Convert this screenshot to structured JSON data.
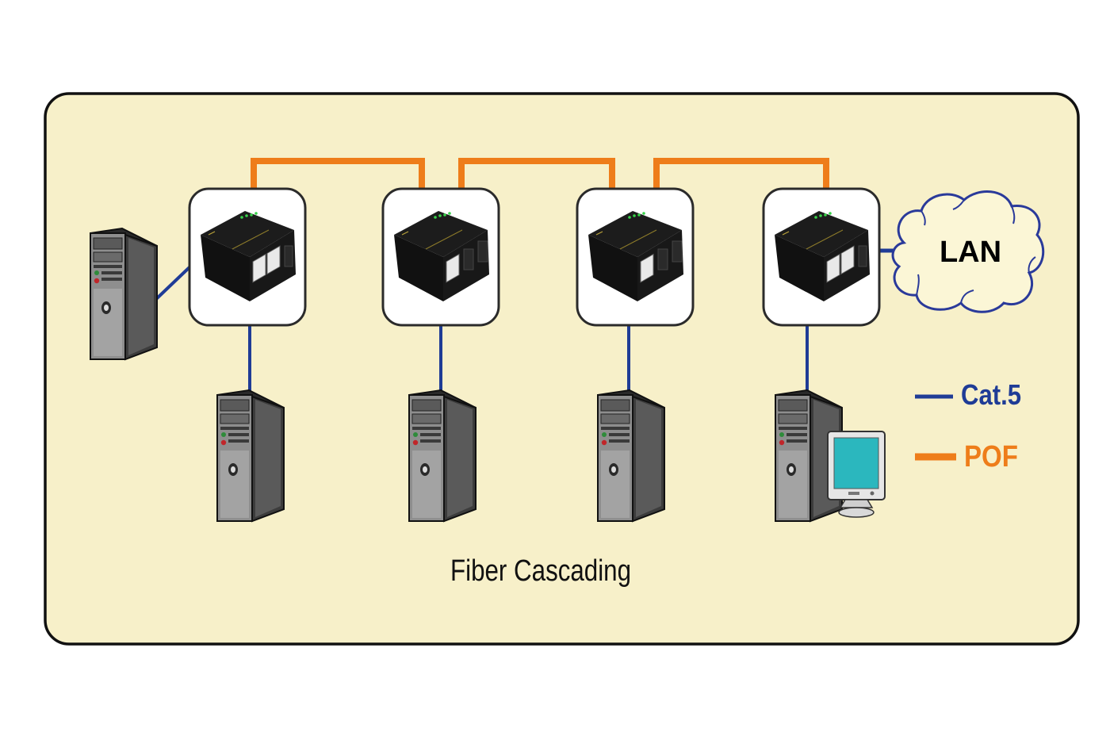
{
  "diagram": {
    "title": "Fiber Cascading",
    "colors": {
      "background": "#f7f0c9",
      "frame_border": "#111111",
      "cat5": "#1f3c96",
      "pof": "#ee7d1a",
      "tower_dark": "#4a4a4a",
      "tower_light": "#9a9a9a",
      "monitor_screen": "#2bb7be",
      "cloud_stroke": "#2a3a9a",
      "cloud_fill": "#fbf6d6"
    },
    "cloud": {
      "label": "LAN",
      "icon": "cloud-icon"
    },
    "legend": [
      {
        "label": "Cat.5",
        "color": "#1f3c96",
        "icon": "cat5-line-icon"
      },
      {
        "label": "POF",
        "color": "#ee7d1a",
        "icon": "pof-line-icon"
      }
    ],
    "converters": [
      {
        "id": "converter-1",
        "icon": "media-converter-icon",
        "rj45_ports": 2,
        "fiber_ports": 1,
        "leds": 4
      },
      {
        "id": "converter-2",
        "icon": "media-converter-icon",
        "rj45_ports": 1,
        "fiber_ports": 2,
        "leds": 4
      },
      {
        "id": "converter-3",
        "icon": "media-converter-icon",
        "rj45_ports": 1,
        "fiber_ports": 2,
        "leds": 4
      },
      {
        "id": "converter-4",
        "icon": "media-converter-icon",
        "rj45_ports": 2,
        "fiber_ports": 1,
        "leds": 4
      }
    ],
    "computers": [
      {
        "id": "pc-left",
        "icon": "tower-pc-icon",
        "connected_to": "converter-1",
        "link": "Cat.5"
      },
      {
        "id": "pc-1",
        "icon": "tower-pc-icon",
        "connected_to": "converter-1",
        "link": "Cat.5"
      },
      {
        "id": "pc-2",
        "icon": "tower-pc-icon",
        "connected_to": "converter-2",
        "link": "Cat.5"
      },
      {
        "id": "pc-3",
        "icon": "tower-pc-icon",
        "connected_to": "converter-3",
        "link": "Cat.5"
      },
      {
        "id": "pc-4",
        "icon": "tower-pc-icon",
        "connected_to": "converter-4",
        "link": "Cat.5",
        "has_monitor": true
      }
    ],
    "links": [
      {
        "from": "converter-1",
        "to": "converter-2",
        "type": "POF"
      },
      {
        "from": "converter-2",
        "to": "converter-3",
        "type": "POF"
      },
      {
        "from": "converter-3",
        "to": "converter-4",
        "type": "POF"
      },
      {
        "from": "converter-4",
        "to": "LAN",
        "type": "Cat.5"
      }
    ]
  }
}
